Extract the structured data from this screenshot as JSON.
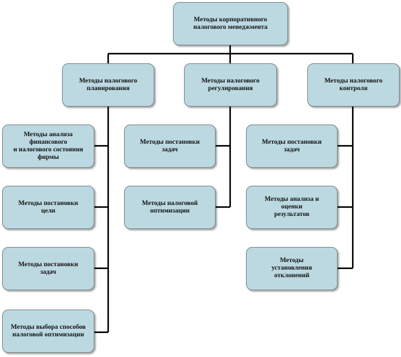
{
  "diagram": {
    "root": "Методы корпоративного\nналогового менеджмента",
    "branches": [
      {
        "label": "Методы налогового\nпланирования",
        "children": [
          "Методы анализа\nфинансового\nи налогового состояния\nфирмы",
          "Методы постановки\nцели",
          "Методы постановки\nзадач",
          "Методы выбора способов\nналоговой оптимизации"
        ]
      },
      {
        "label": "Методы налогового\nрегулирования",
        "children": [
          "Методы постановки\nзадач",
          "Методы налоговой\nоптимизации"
        ]
      },
      {
        "label": "Методы налогового\nконтроля",
        "children": [
          "Методы постановки\nзадач",
          "Методы анализа и\nоценки\nрезультатов",
          "Методы\nустановления\nотклонений"
        ]
      }
    ]
  }
}
